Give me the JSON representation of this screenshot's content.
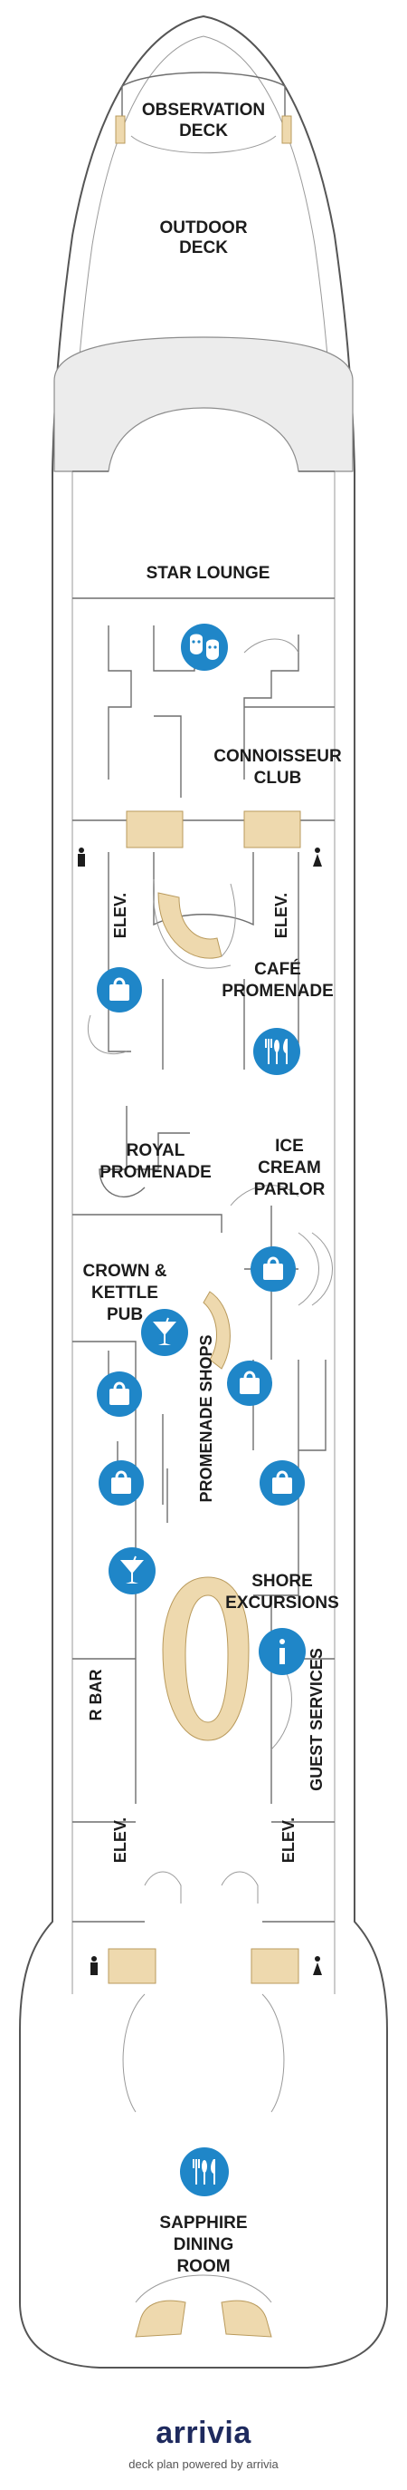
{
  "labels": {
    "observation_deck_1": "OBSERVATION",
    "observation_deck_2": "DECK",
    "outdoor_deck_1": "OUTDOOR",
    "outdoor_deck_2": "DECK",
    "star_lounge": "STAR LOUNGE",
    "connoisseur_1": "CONNOISSEUR",
    "connoisseur_2": "CLUB",
    "elev": "ELEV.",
    "cafe_1": "CAFÉ",
    "cafe_2": "PROMENADE",
    "royal_1": "ROYAL",
    "royal_2": "PROMENADE",
    "ice_1": "ICE",
    "ice_2": "CREAM",
    "ice_3": "PARLOR",
    "crown_1": "CROWN &",
    "crown_2": "KETTLE",
    "crown_3": "PUB",
    "promenade_shops": "PROMENADE SHOPS",
    "shore_1": "SHORE",
    "shore_2": "EXCURSIONS",
    "guest_services": "GUEST SERVICES",
    "r_bar": "R BAR",
    "sapphire_1": "SAPPHIRE",
    "sapphire_2": "DINING",
    "sapphire_3": "ROOM"
  },
  "icons": {
    "theater": "theater-masks-icon",
    "shopping": "shopping-bag-icon",
    "dining": "dining-icon",
    "bar": "cocktail-icon",
    "info": "information-icon",
    "restroom": "restroom-icon"
  },
  "colors": {
    "icon_blue": "#1f86c8",
    "stair_tan": "#eed9ae",
    "label_dark": "#1c1c1c",
    "brand_navy": "#1e2a5e"
  },
  "footer": {
    "brand": "arrivia",
    "powered_by": "deck plan powered by arrivia"
  }
}
